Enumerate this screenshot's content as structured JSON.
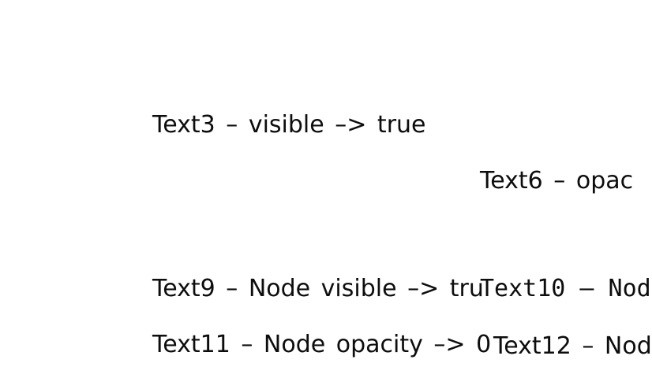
{
  "page": {
    "background_color": "#ffffff",
    "text_color": "#0d0d0d"
  },
  "labels": {
    "text3": "Text3 – visible –> true",
    "text6": "Text6 – opac",
    "text9": "Text9 – Node visible –> tru",
    "text10": "Text10 – Nod",
    "text11": "Text11 – Node opacity –> 0",
    "text12": "Text12 – Nod"
  }
}
